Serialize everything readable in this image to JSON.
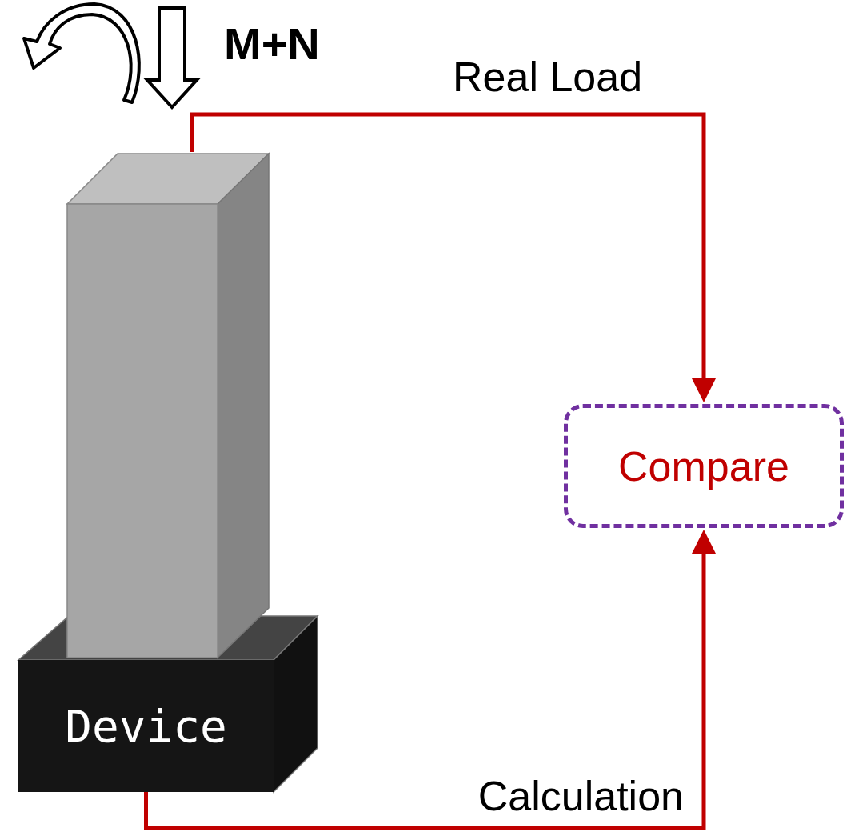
{
  "diagram": {
    "nodes": [
      {
        "text": [
          "Device"
        ]
      },
      {
        "text": [
          "Compare"
        ]
      }
    ],
    "edges": [
      {
        "from": 0,
        "to": 1,
        "label": "Calculation",
        "arrow": "to"
      }
    ],
    "labels": [
      "M+N",
      "Real Load"
    ]
  }
}
